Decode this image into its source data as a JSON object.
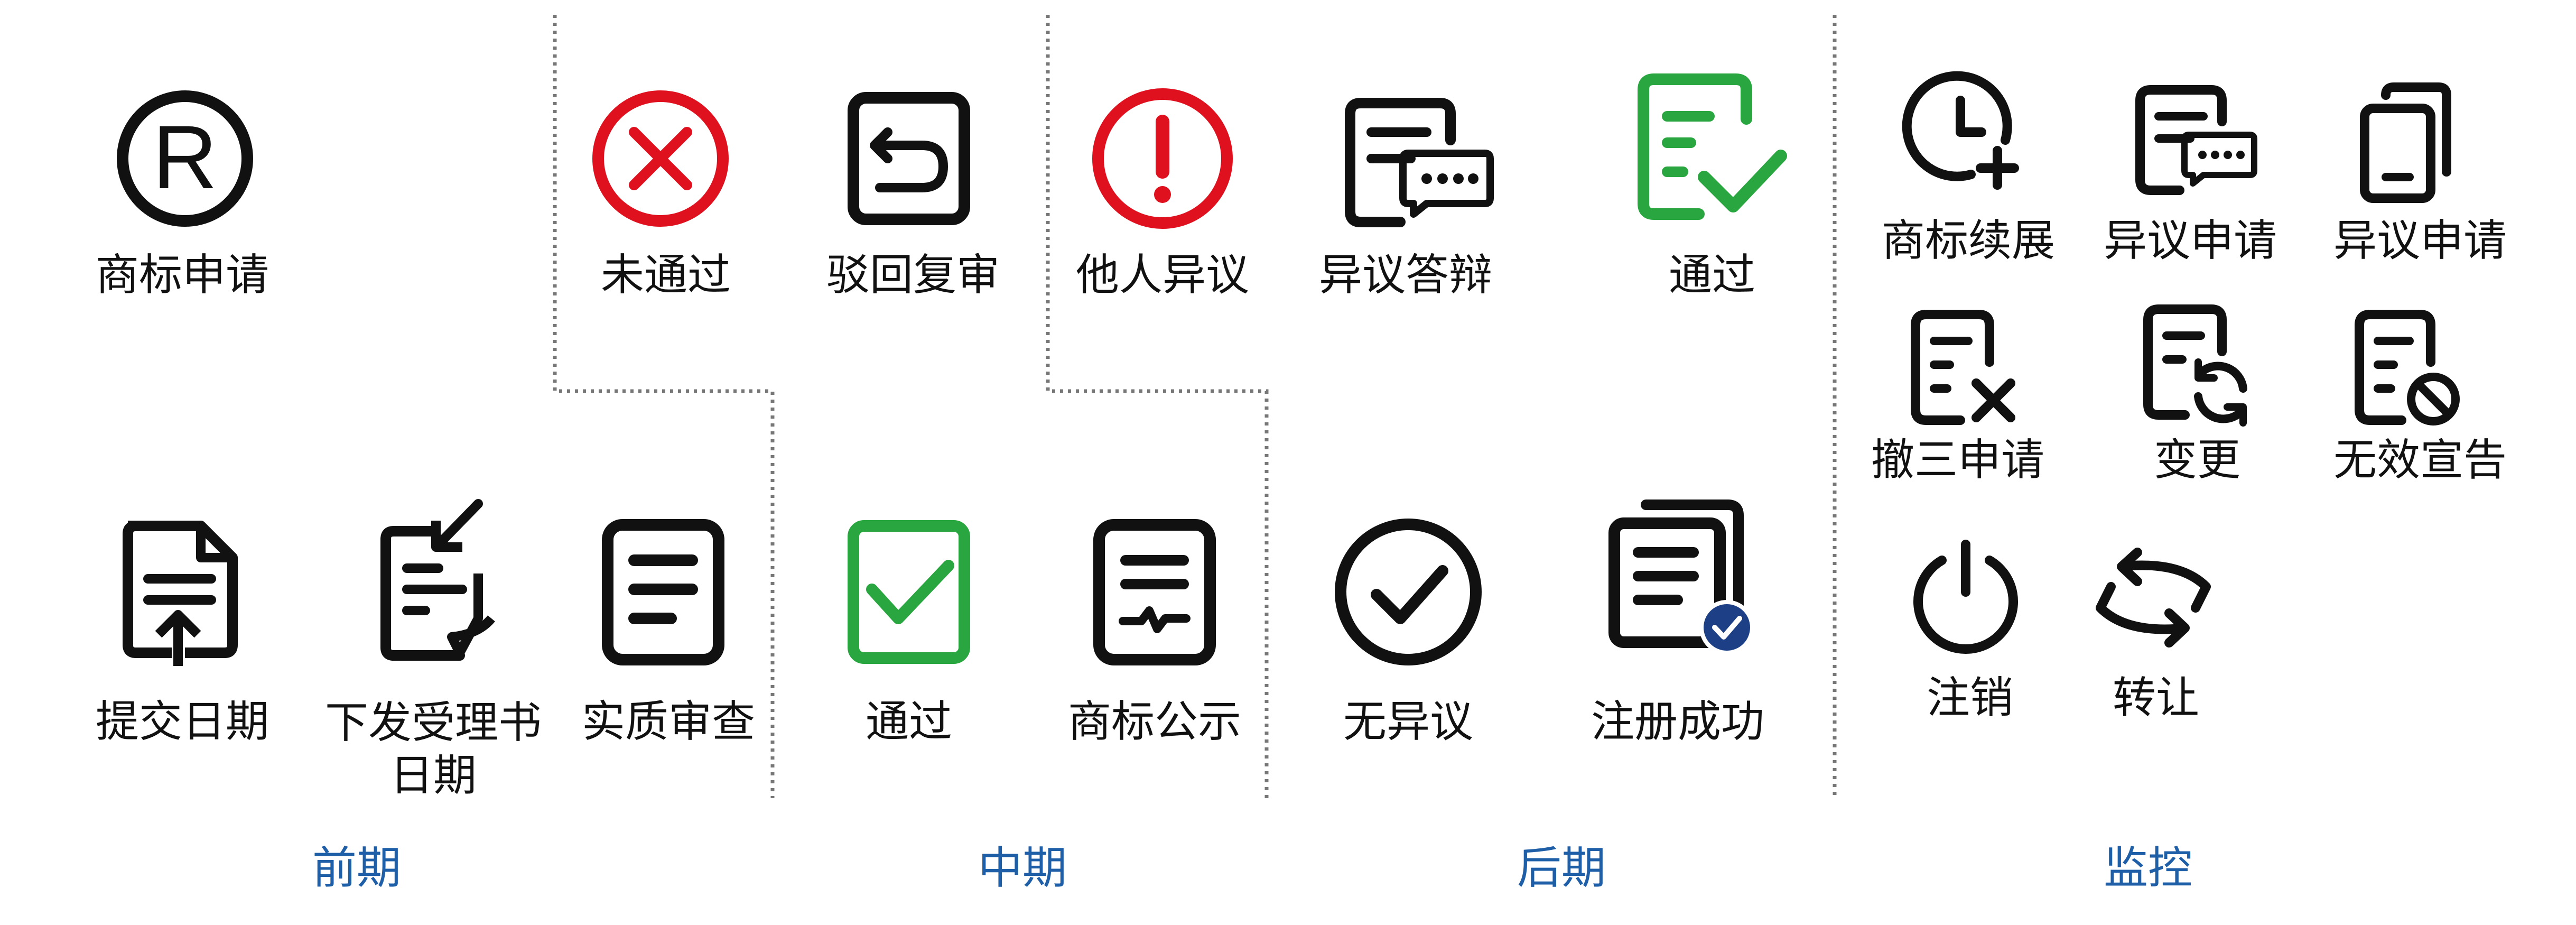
{
  "colors": {
    "ink": "#111111",
    "red": "#e0111f",
    "green": "#2aa640",
    "blue": "#1f5fa8",
    "badge": "#1c3f86"
  },
  "phases": {
    "early": "前期",
    "middle": "中期",
    "late": "后期",
    "monitor": "监控"
  },
  "items": {
    "apply": "商标申请",
    "submit_date": "提交日期",
    "acceptance_date": "下发受理书日期",
    "substantive_review": "实质审查",
    "rejected": "未通过",
    "reexam": "驳回复审",
    "passed_mid": "通过",
    "publication": "商标公示",
    "opposition_by_others": "他人异议",
    "opposition_defense": "异议答辩",
    "passed_late": "通过",
    "no_opposition": "无异议",
    "registered": "注册成功",
    "renewal": "商标续展",
    "opposition_app_1": "异议申请",
    "opposition_app_2": "异议申请",
    "cancel_3yr": "撤三申请",
    "change": "变更",
    "invalidation": "无效宣告",
    "deregister": "注销",
    "transfer": "转让"
  }
}
